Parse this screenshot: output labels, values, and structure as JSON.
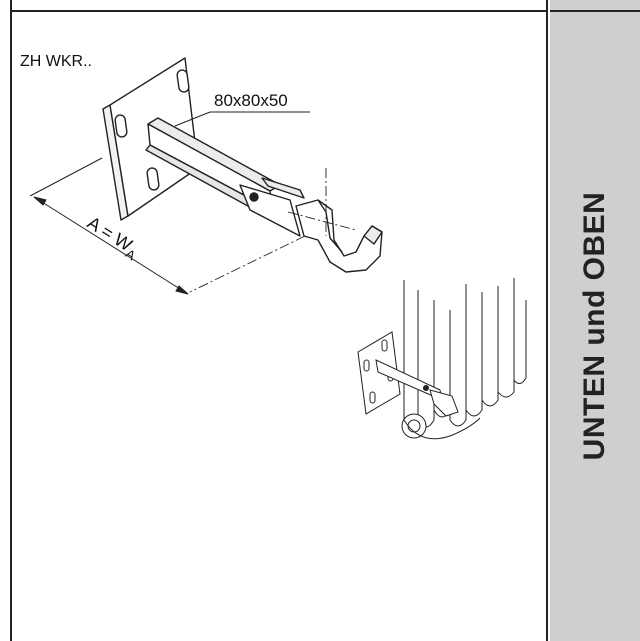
{
  "model_label": "ZH WKR..",
  "dimension_label": "80x80x50",
  "distance_label": {
    "main": "A = W",
    "subscript": "A"
  },
  "side_title": "UNTEN und OBEN",
  "colors": {
    "side_panel": "#cfcfd1",
    "line": "#222222"
  }
}
